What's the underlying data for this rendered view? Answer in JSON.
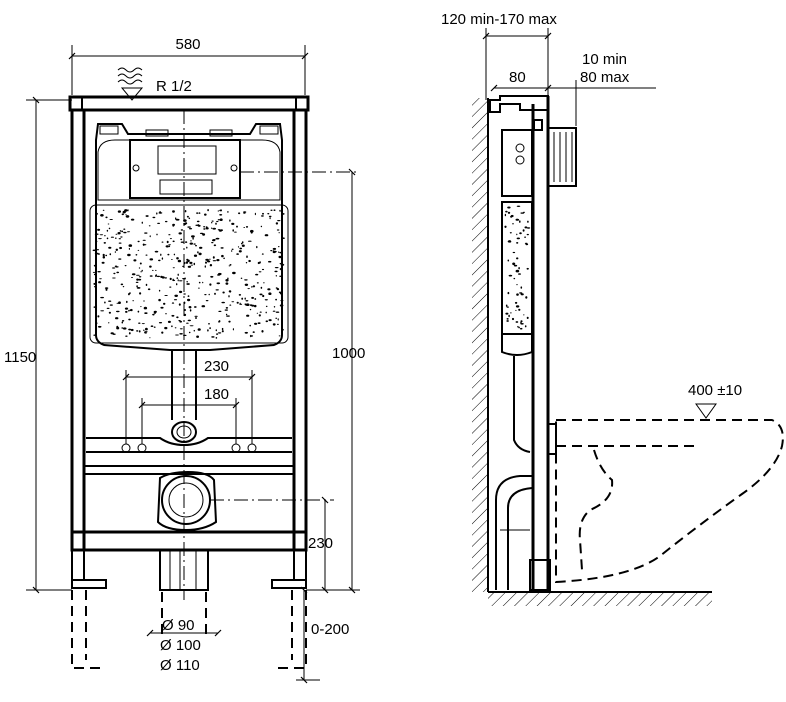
{
  "front_view": {
    "width_label": "580",
    "supply_label": "R 1/2",
    "height_label": "1150",
    "cistern_height_label": "1000",
    "bolt_outer_label": "230",
    "bolt_inner_label": "180",
    "outlet_height_label": "230",
    "adjust_label": "0-200",
    "pipe_labels": [
      "Ø 90",
      "Ø 100",
      "Ø 110"
    ]
  },
  "side_view": {
    "depth_range_label": "120 min-170 max",
    "frame_depth_label": "80",
    "panel_min_label": "10 min",
    "panel_max_label": "80 max",
    "seat_height_label": "400 ±10"
  },
  "icons": [
    "water-supply-icon",
    "level-triangle-icon"
  ]
}
